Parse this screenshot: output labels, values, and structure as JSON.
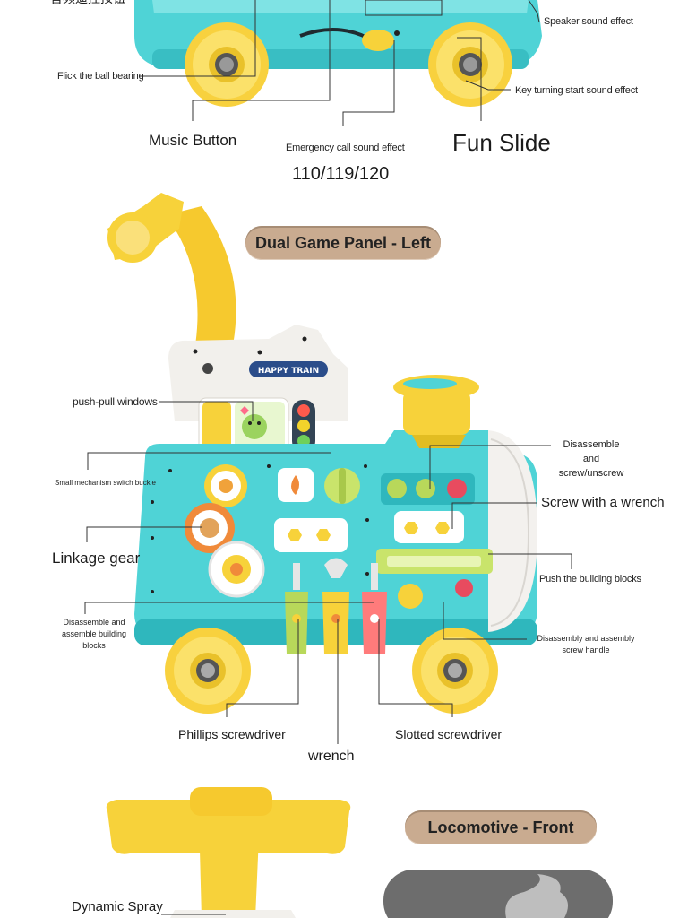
{
  "top_section": {
    "cropped_label": "音频遥控按钮",
    "speaker_label": "Speaker sound effect",
    "ball_label": "Flick the ball bearing",
    "key_label": "Key turning start sound effect",
    "music_label": "Music Button",
    "emergency_label": "Emergency call sound effect",
    "slide_label": "Fun Slide",
    "numbers": "110/119/120"
  },
  "left_panel": {
    "title": "Dual Game Panel - Left",
    "badge_text": "HAPPY TRAIN",
    "labels": {
      "push_pull": "push-pull windows",
      "switch_buckle": "Small mechanism switch buckle",
      "linkage_gear": "Linkage gear",
      "disassemble_blocks": "Disassemble and assemble building blocks",
      "disassemble_screw": "Disassemble and screw/unscrew",
      "screw_wrench": "Screw with a wrench",
      "push_blocks": "Push the building blocks",
      "screw_handle": "Disassembly and assembly screw handle",
      "phillips": "Phillips screwdriver",
      "wrench": "wrench",
      "slotted": "Slotted screwdriver"
    }
  },
  "front_section": {
    "title": "Locomotive - Front",
    "spray_label": "Dynamic Spray"
  },
  "colors": {
    "teal": "#4fd3d6",
    "teal_dark": "#2fb7bd",
    "yellow": "#f7d23a",
    "pill": "#c9ab90",
    "white_cab": "#f2f0ec"
  }
}
